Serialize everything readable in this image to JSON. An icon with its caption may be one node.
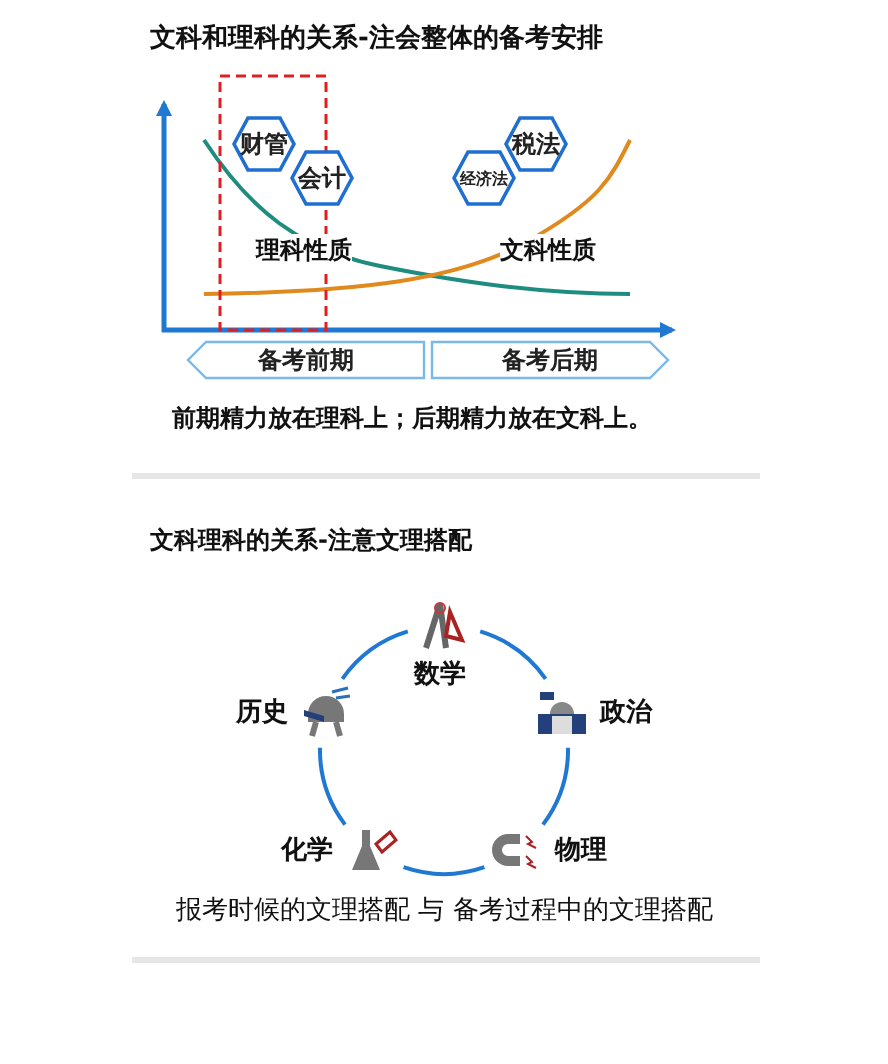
{
  "diagram": {
    "nodes": [
      {
        "text": [
          "财管"
        ]
      },
      {
        "text": [
          "会计"
        ]
      },
      {
        "text": [
          "经济法"
        ]
      },
      {
        "text": [
          "税法"
        ]
      },
      {
        "text": [
          "备考前期"
        ]
      },
      {
        "text": [
          "备考后期"
        ]
      },
      {
        "text": [
          "数学"
        ]
      },
      {
        "text": [
          "政治"
        ]
      },
      {
        "text": [
          "物理"
        ]
      },
      {
        "text": [
          "化学"
        ]
      },
      {
        "text": [
          "历史"
        ]
      }
    ],
    "edges": [
      {
        "from": 6,
        "to": 7,
        "arrow": "none"
      },
      {
        "from": 7,
        "to": 8,
        "arrow": "none"
      },
      {
        "from": 8,
        "to": 9,
        "arrow": "none"
      },
      {
        "from": 9,
        "to": 10,
        "arrow": "none"
      },
      {
        "from": 10,
        "to": 6,
        "arrow": "none"
      }
    ],
    "labels": [
      "文科和理科的关系-注会整体的备考安排",
      "理科性质",
      "文科性质",
      "前期精力放在理科上；后期精力放在文科上。",
      "文科理科的关系-注意文理搭配",
      "报考时候的文理搭配 与 备考过程中的文理搭配"
    ]
  }
}
